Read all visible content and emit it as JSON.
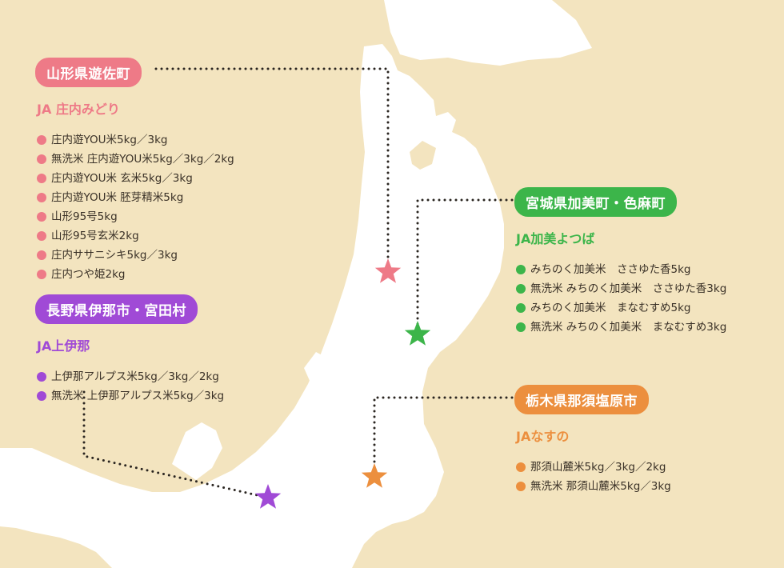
{
  "colors": {
    "background": "#f3e4bf",
    "land": "#ffffff",
    "pink": "#ee7a87",
    "green": "#3cb54a",
    "purple": "#a04ad6",
    "orange": "#ec8f3e"
  },
  "regions": [
    {
      "id": "yamagata",
      "badge": "山形県遊佐町",
      "org": "JA 庄内みどり",
      "color": "#ee7a87",
      "products": [
        "庄内遊YOU米5kg／3kg",
        "無洗米 庄内遊YOU米5kg／3kg／2kg",
        "庄内遊YOU米 玄米5kg／3kg",
        "庄内遊YOU米 胚芽精米5kg",
        "山形95号5kg",
        "山形95号玄米2kg",
        "庄内ササニシキ5kg／3kg",
        "庄内つや姫2kg"
      ]
    },
    {
      "id": "nagano",
      "badge": "長野県伊那市・宮田村",
      "org": "JA上伊那",
      "color": "#a04ad6",
      "products": [
        "上伊那アルプス米5kg／3kg／2kg",
        "無洗米 上伊那アルプス米5kg／3kg"
      ]
    },
    {
      "id": "miyagi",
      "badge": "宮城県加美町・色麻町",
      "org": "JA加美よつば",
      "color": "#3cb54a",
      "products": [
        "みちのく加美米　ささゆた香5kg",
        "無洗米 みちのく加美米　ささゆた香3kg",
        "みちのく加美米　まなむすめ5kg",
        "無洗米 みちのく加美米　まなむすめ3kg"
      ]
    },
    {
      "id": "tochigi",
      "badge": "栃木県那須塩原市",
      "org": "JAなすの",
      "color": "#ec8f3e",
      "products": [
        "那須山麓米5kg／3kg／2kg",
        "無洗米 那須山麓米5kg／3kg"
      ]
    }
  ],
  "markers": [
    {
      "region": "yamagata",
      "icon": "star-icon",
      "color": "#ee7a87"
    },
    {
      "region": "miyagi",
      "icon": "star-icon",
      "color": "#3cb54a"
    },
    {
      "region": "tochigi",
      "icon": "star-icon",
      "color": "#ec8f3e"
    },
    {
      "region": "nagano",
      "icon": "star-icon",
      "color": "#a04ad6"
    }
  ]
}
